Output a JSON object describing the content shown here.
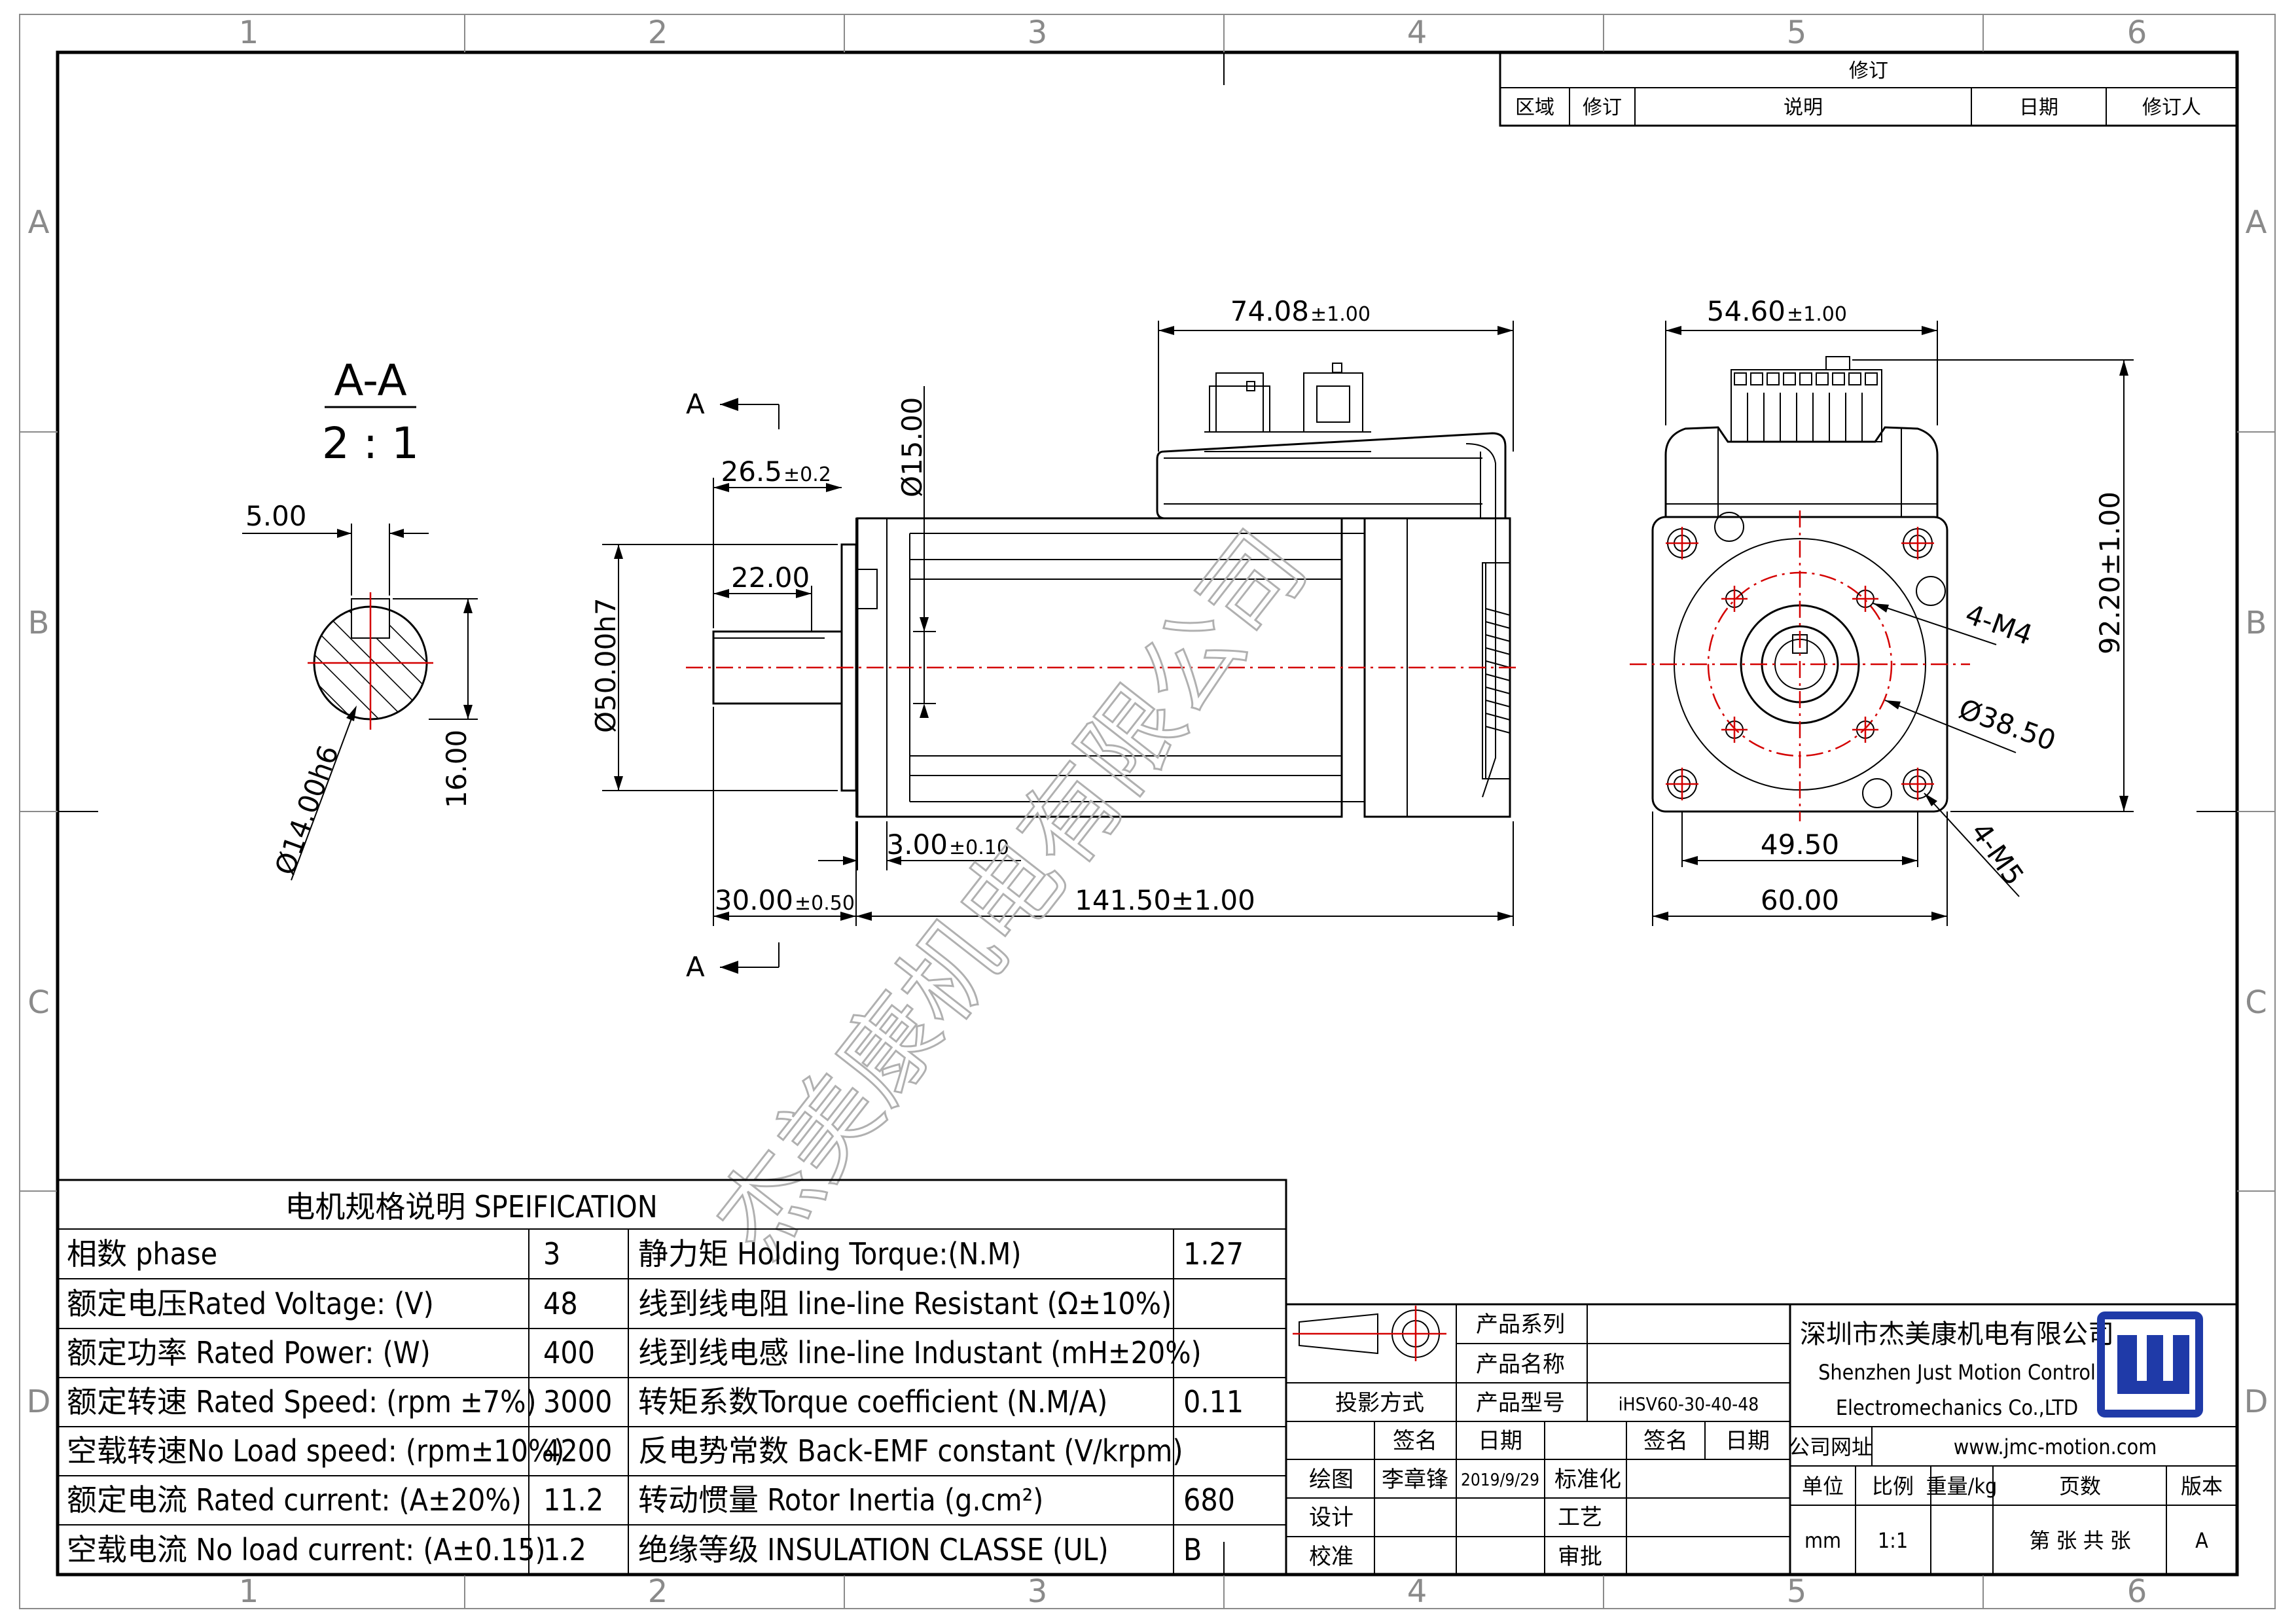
{
  "grid": {
    "columns": [
      "1",
      "2",
      "3",
      "4",
      "5",
      "6"
    ],
    "rows": [
      "A",
      "B",
      "C",
      "D"
    ]
  },
  "revision": {
    "title": "修订",
    "headers": [
      "区域",
      "修订",
      "说明",
      "日期",
      "修订人"
    ]
  },
  "section": {
    "label": "A-A",
    "scale": "2 : 1",
    "key_width": "5.00",
    "key_height": "16.00",
    "shaft_dia": "Ø14.00h6"
  },
  "side_view": {
    "section_mark": "A",
    "length_top": "74.08",
    "length_top_tol": "±1.00",
    "shaft_flat": "26.5",
    "shaft_flat_tol": "±0.2",
    "key_len": "22.00",
    "pilot_dia": "Ø15.00",
    "flange_dia": "Ø50.00h7",
    "flange_thk": "3.00",
    "flange_thk_tol": "±0.10",
    "shaft_len": "30.00",
    "shaft_len_tol": "±0.50",
    "body_len": "141.50±1.00"
  },
  "front_view": {
    "width_top": "54.60",
    "width_top_tol": "±1.00",
    "height": "92.20±1.00",
    "thread_m4": "4-M4",
    "bolt_circle": "Ø38.50",
    "thread_m5": "4-M5",
    "hole_spacing": "49.50",
    "flange_width": "60.00"
  },
  "watermark": "杰美康机电有限公司",
  "spec": {
    "title": "电机规格说明 SPEIFICATION",
    "rows": [
      {
        "l": "相数 phase",
        "v": "3",
        "r": "静力矩 Holding Torque:(N.M)",
        "rv": "1.27"
      },
      {
        "l": "额定电压Rated Voltage: (V)",
        "v": "48",
        "r": "线到线电阻 line-line Resistant (Ω±10%)",
        "rv": ""
      },
      {
        "l": "额定功率 Rated Power: (W)",
        "v": "400",
        "r": "线到线电感 line-line Industant (mH±20%)",
        "rv": ""
      },
      {
        "l": "额定转速 Rated Speed: (rpm ±7%)",
        "v": "3000",
        "r": "转矩系数Torque coefficient (N.M/A)",
        "rv": "0.11"
      },
      {
        "l": "空载转速No Load speed: (rpm±10%)",
        "v": "4200",
        "r": "反电势常数 Back-EMF constant (V/krpm)",
        "rv": ""
      },
      {
        "l": "额定电流 Rated current: (A±20%)",
        "v": "11.2",
        "r": "转动惯量 Rotor Inertia (g.cm²)",
        "rv": "680"
      },
      {
        "l": "空载电流 No load current: (A±0.15)",
        "v": "1.2",
        "r": "绝缘等级 INSULATION CLASSE (UL)",
        "rv": "B"
      }
    ]
  },
  "title_block": {
    "product_series": "产品系列",
    "product_name": "产品名称",
    "projection": "投影方式",
    "product_model_label": "产品型号",
    "product_model": "iHSV60-30-40-48",
    "sign": "签名",
    "date": "日期",
    "sign2": "签名",
    "date2": "日期",
    "draw": "绘图",
    "drawer": "李章锋",
    "draw_date": "2019/9/29",
    "standard": "标准化",
    "design": "设计",
    "process": "工艺",
    "check": "校准",
    "approve": "审批",
    "company_cn": "深圳市杰美康机电有限公司",
    "company_en1": "Shenzhen Just Motion Control",
    "company_en2": "Electromechanics Co.,LTD",
    "website_label": "公司网址",
    "website": "www.jmc-motion.com",
    "unit_label": "单位",
    "ratio_label": "比例",
    "weight_label": "重量/kg",
    "pages_label": "页数",
    "version_label": "版本",
    "unit": "mm",
    "ratio": "1:1",
    "pages": "第 张 共 张",
    "version": "A"
  },
  "colors": {
    "centerline": "#d40000",
    "logo": "#1f3aa8"
  }
}
